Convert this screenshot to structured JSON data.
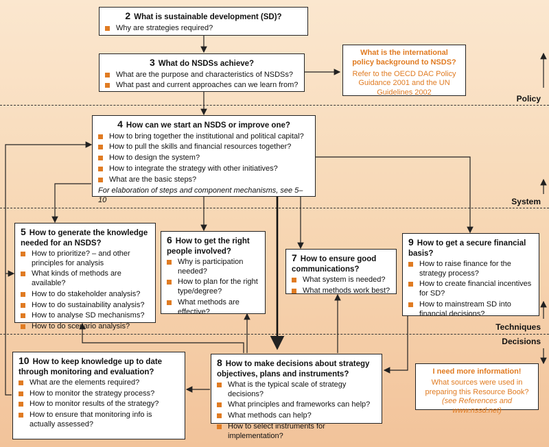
{
  "bands": {
    "policy": "Policy",
    "system": "System",
    "techniques": "Techniques",
    "decisions": "Decisions"
  },
  "box2": {
    "number": "2",
    "title": "What is sustainable development (SD)?",
    "items": [
      "Why are strategies required?"
    ]
  },
  "box3": {
    "number": "3",
    "title": "What do NSDSs achieve?",
    "items": [
      "What are the purpose and characteristics of NSDSs?",
      "What past and current approaches can we learn from?"
    ]
  },
  "policy_info": {
    "title": "What is the international policy background to NSDS?",
    "body": "Refer to the OECD DAC Policy Guidance 2001 and the UN Guidelines 2002"
  },
  "box4": {
    "number": "4",
    "title": "How can we start an NSDS or improve one?",
    "items": [
      "How to bring together the institutional and political capital?",
      "How to pull the skills and financial resources together?",
      "How to design the system?",
      "How to integrate the strategy with other initiatives?",
      "What are the basic steps?"
    ],
    "note": "For elaboration of steps and component mechanisms, see 5–10"
  },
  "box5": {
    "number": "5",
    "title": "How to generate the knowledge needed for an NSDS?",
    "items": [
      "How to prioritize? – and other principles for analysis",
      "What kinds of methods are available?",
      "How to do stakeholder analysis?",
      "How to do sustainability analysis?",
      "How to analyse SD mechanisms?",
      "How to do scenario analysis?"
    ]
  },
  "box6": {
    "number": "6",
    "title": "How to get the right people involved?",
    "items": [
      "Why is participation needed?",
      "How to plan for the right type/degree?",
      "What methods are effective?"
    ]
  },
  "box7": {
    "number": "7",
    "title": "How to ensure good communications?",
    "items": [
      "What system is needed?",
      "What methods work best?"
    ]
  },
  "box9": {
    "number": "9",
    "title": "How to get a secure financial basis?",
    "items": [
      "How to raise finance for the strategy process?",
      "How to create financial incentives for SD?",
      "How to mainstream SD into financial decisions?"
    ]
  },
  "box10": {
    "number": "10",
    "title": "How to keep knowledge up to date through monitoring and evaluation?",
    "items": [
      "What are the elements required?",
      "How to monitor the strategy process?",
      "How to monitor results of the strategy?",
      "How to ensure that monitoring info is actually assessed?"
    ]
  },
  "box8": {
    "number": "8",
    "title": "How to make decisions about strategy objectives, plans and instruments?",
    "items": [
      "What is the typical scale of strategy decisions?",
      "What principles and frameworks can help?",
      "What methods can help?",
      "How to select instruments for implementation?"
    ]
  },
  "more_info": {
    "title": "I need more information!",
    "body": "What sources were used in preparing this Resource Book?",
    "note": "(see References and www.nssd.net)"
  },
  "colors": {
    "accent": "#e07b22",
    "line": "#222222"
  }
}
